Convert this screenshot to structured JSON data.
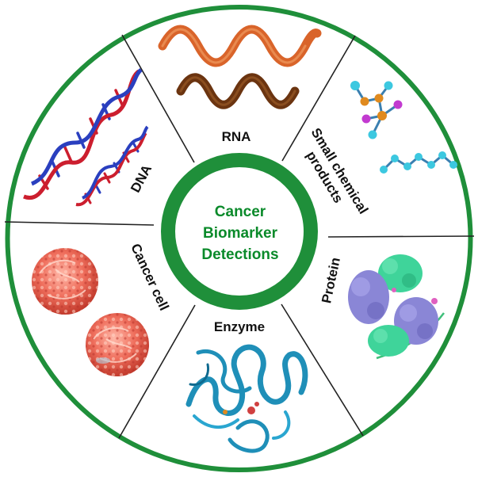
{
  "center": {
    "lines": [
      "Cancer",
      "Biomarker",
      "Detections"
    ],
    "color": "#0a8a2a"
  },
  "ring_color": "#1f8f3a",
  "segments": [
    {
      "id": "rna",
      "label": "RNA",
      "icon": "rna-strands-icon"
    },
    {
      "id": "small-chemical-products",
      "lines": [
        "Small chemical",
        "products"
      ],
      "icon": "molecule-model-icon"
    },
    {
      "id": "protein",
      "label": "Protein",
      "icon": "protein-structure-icon"
    },
    {
      "id": "enzyme",
      "label": "Enzyme",
      "icon": "enzyme-ribbon-icon"
    },
    {
      "id": "cancer-cell",
      "label": "Cancer cell",
      "icon": "cancer-cell-icon"
    },
    {
      "id": "dna",
      "label": "DNA",
      "icon": "dna-helix-icon"
    }
  ],
  "colors": {
    "rna_top": "#d9642a",
    "rna_bottom": "#6b3410",
    "dna_a": "#cc1e2e",
    "dna_b": "#2a3fbf",
    "molecule_cyan": "#3cc8e0",
    "molecule_orange": "#e08a1e",
    "molecule_magenta": "#c23ad0",
    "protein_purple": "#8a86d6",
    "protein_green": "#3fd49a",
    "enzyme_teal": "#1f8fb8",
    "cell_red": "#ee6a58"
  }
}
